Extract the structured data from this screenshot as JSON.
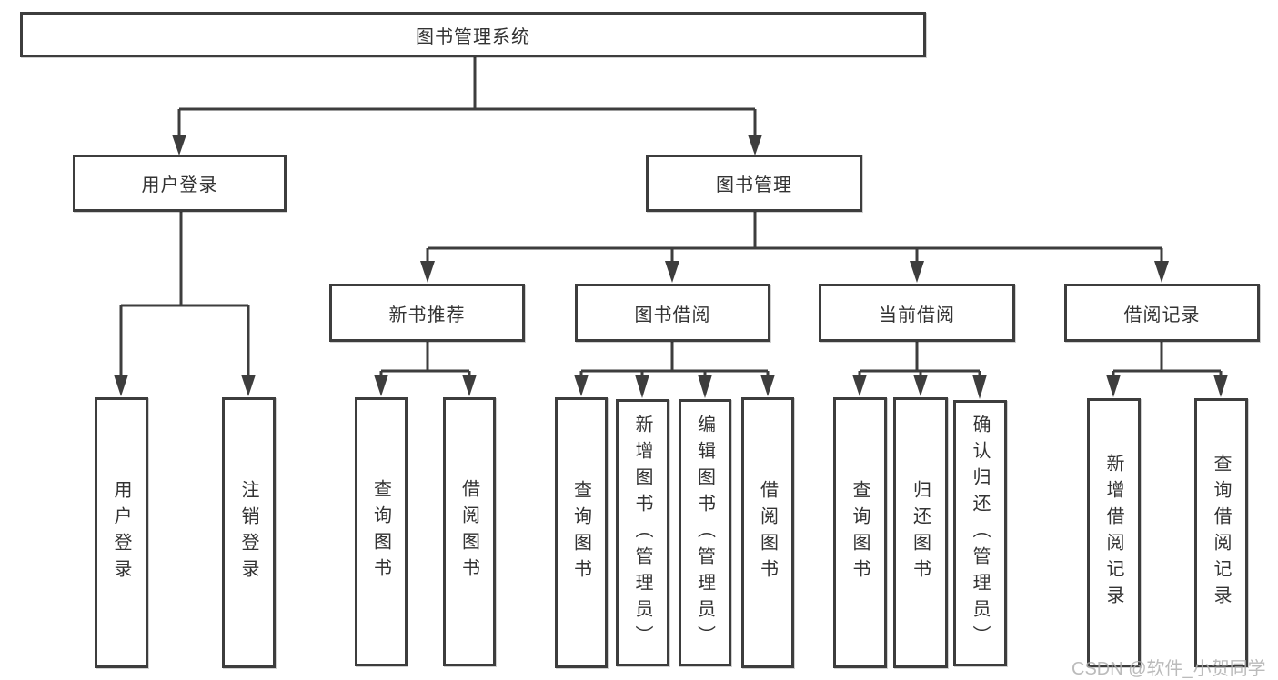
{
  "diagram": {
    "type": "hierarchy-tree",
    "tree": {
      "label": "图书管理系统",
      "children": [
        {
          "label": "用户登录",
          "children": [
            {
              "label": "用户登录"
            },
            {
              "label": "注销登录"
            }
          ]
        },
        {
          "label": "图书管理",
          "children": [
            {
              "label": "新书推荐",
              "children": [
                {
                  "label": "查询图书"
                },
                {
                  "label": "借阅图书"
                }
              ]
            },
            {
              "label": "图书借阅",
              "children": [
                {
                  "label": "查询图书"
                },
                {
                  "label": "新增图书（管理员）"
                },
                {
                  "label": "编辑图书（管理员）"
                },
                {
                  "label": "借阅图书"
                }
              ]
            },
            {
              "label": "当前借阅",
              "children": [
                {
                  "label": "查询图书"
                },
                {
                  "label": "归还图书"
                },
                {
                  "label": "确认归还（管理员）"
                }
              ]
            },
            {
              "label": "借阅记录",
              "children": [
                {
                  "label": "新增借阅记录"
                },
                {
                  "label": "查询借阅记录"
                }
              ]
            }
          ]
        }
      ]
    },
    "colors": {
      "line": "#3d3d3d",
      "text": "#333333",
      "background": "#ffffff",
      "watermark": "#afafaf"
    }
  },
  "watermark": {
    "text": "CSDN @软件_小贺同学"
  }
}
